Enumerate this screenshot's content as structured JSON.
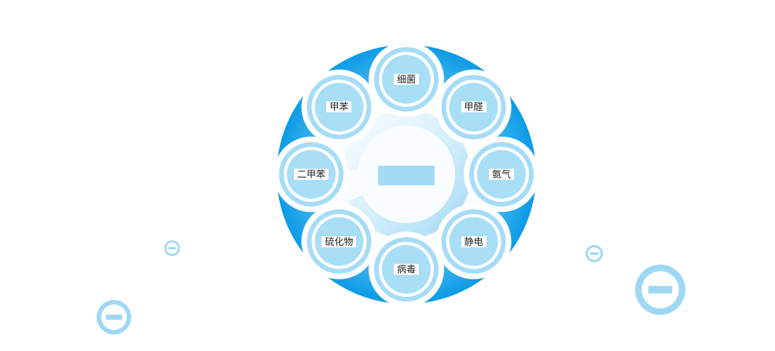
{
  "nodes": [
    {
      "label": "细菌"
    },
    {
      "label": "甲醛"
    },
    {
      "label": "氨气"
    },
    {
      "label": "静电"
    },
    {
      "label": "病毒"
    },
    {
      "label": "硫化物"
    },
    {
      "label": "二甲苯"
    },
    {
      "label": "甲苯"
    }
  ],
  "colors": {
    "ring_outer": "#a6dcf6",
    "ring_inner": "#8fd2f4",
    "node_fill": "#a9def7",
    "blue_glow": "#1aa3ea",
    "center_bar": "#a3dbf5",
    "minus_fill": "#9ed8f5"
  }
}
